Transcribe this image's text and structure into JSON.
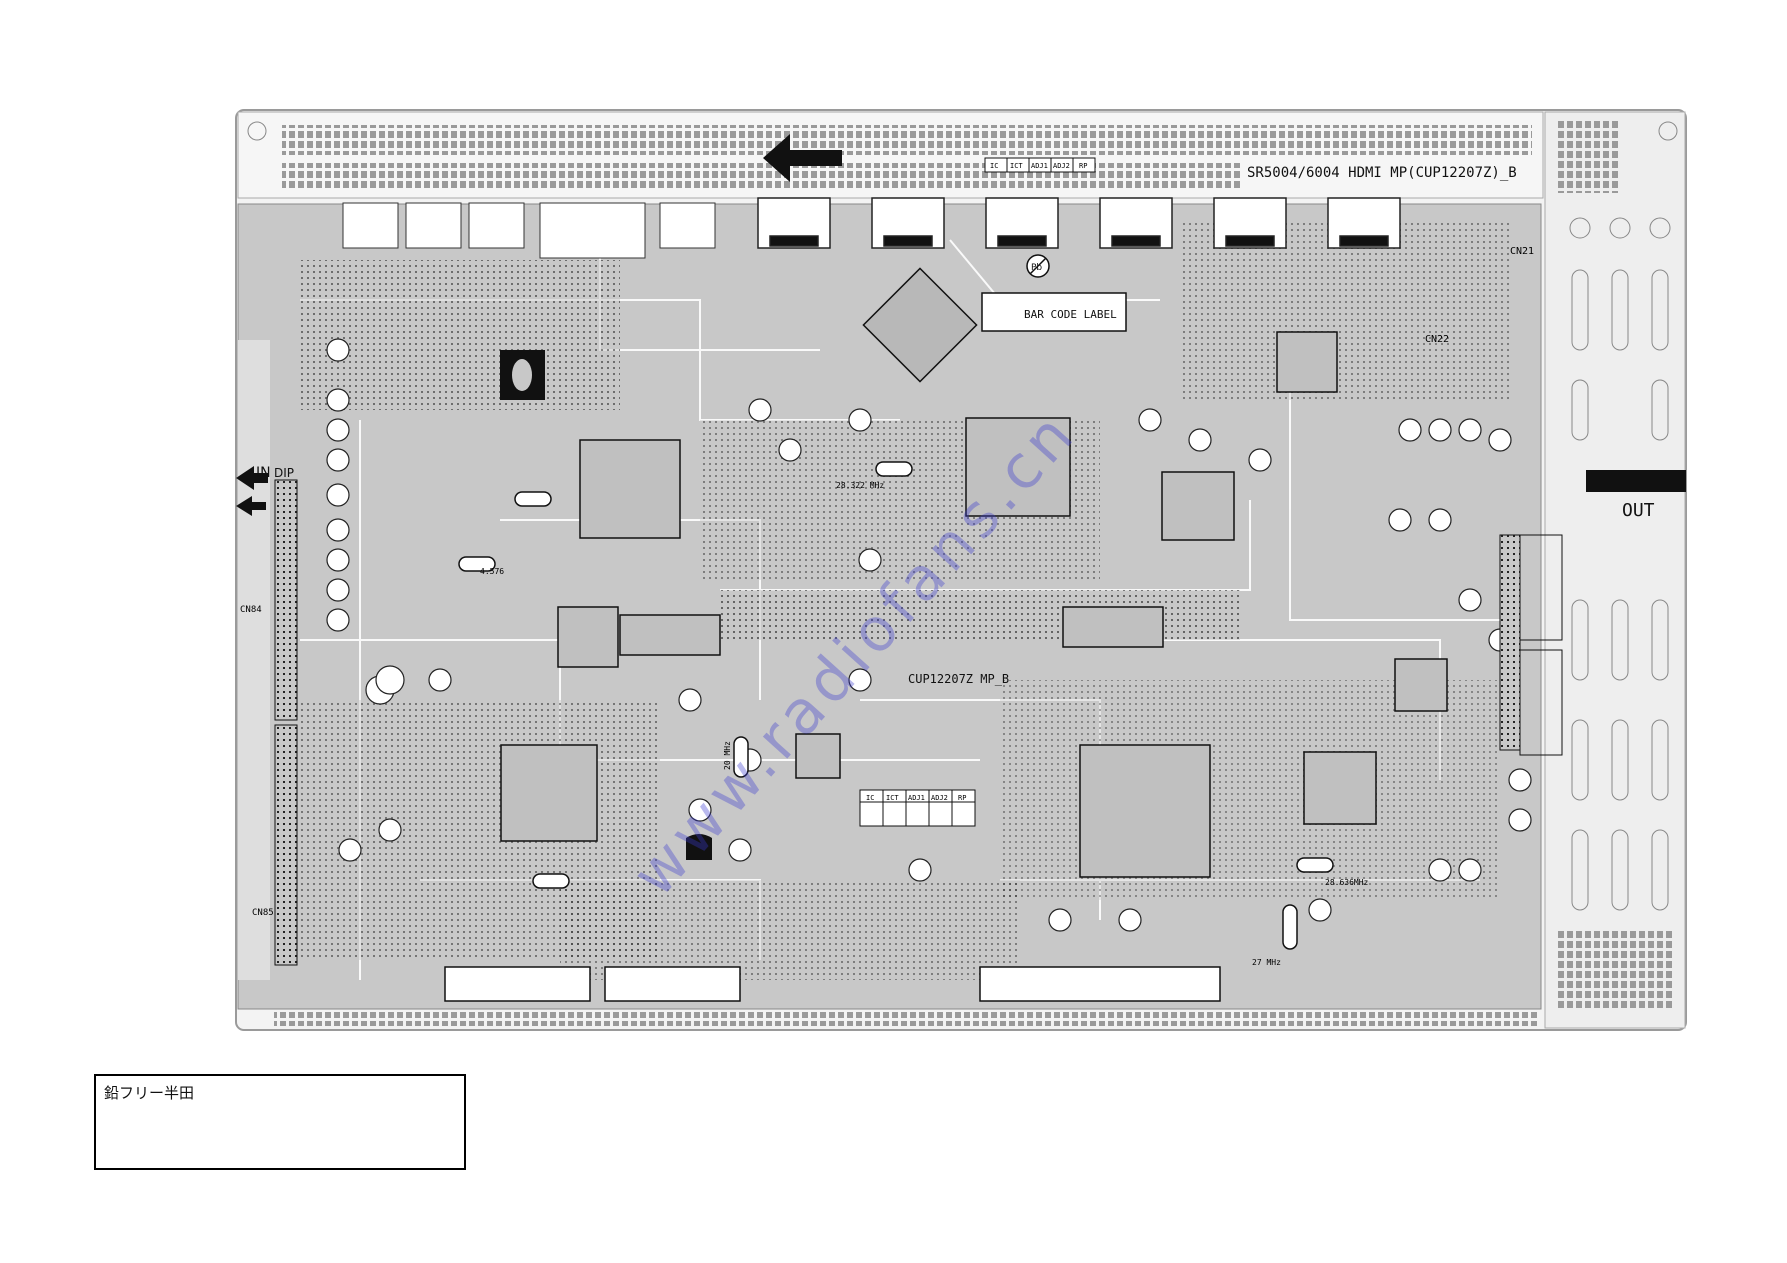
{
  "board": {
    "title": "SR5004/6004 HDMI MP(CUP12207Z)_B",
    "center_label": "CUP12207Z MP_B",
    "barcode_label": "BAR CODE LABEL",
    "pb_mark": "Pb",
    "out_label": "OUT",
    "in_label": "IN",
    "dip_label": "DIP",
    "test_tabs": [
      "IC",
      "ICT",
      "ADJ1",
      "ADJ2",
      "RP"
    ],
    "crystals": [
      "28.322 MHz",
      "4.576",
      "20 MHz",
      "28.636MHz",
      "27 MHz"
    ],
    "connectors": [
      "CN21",
      "CN22",
      "CN84",
      "CN85"
    ]
  },
  "note": {
    "text": "鉛フリー半田"
  },
  "colors": {
    "board_fill": "#c8c8c8",
    "board_outline": "#9a9a9a",
    "ink": "#111111",
    "trace": "#ffffff",
    "watermark": "#3a3ad0"
  }
}
